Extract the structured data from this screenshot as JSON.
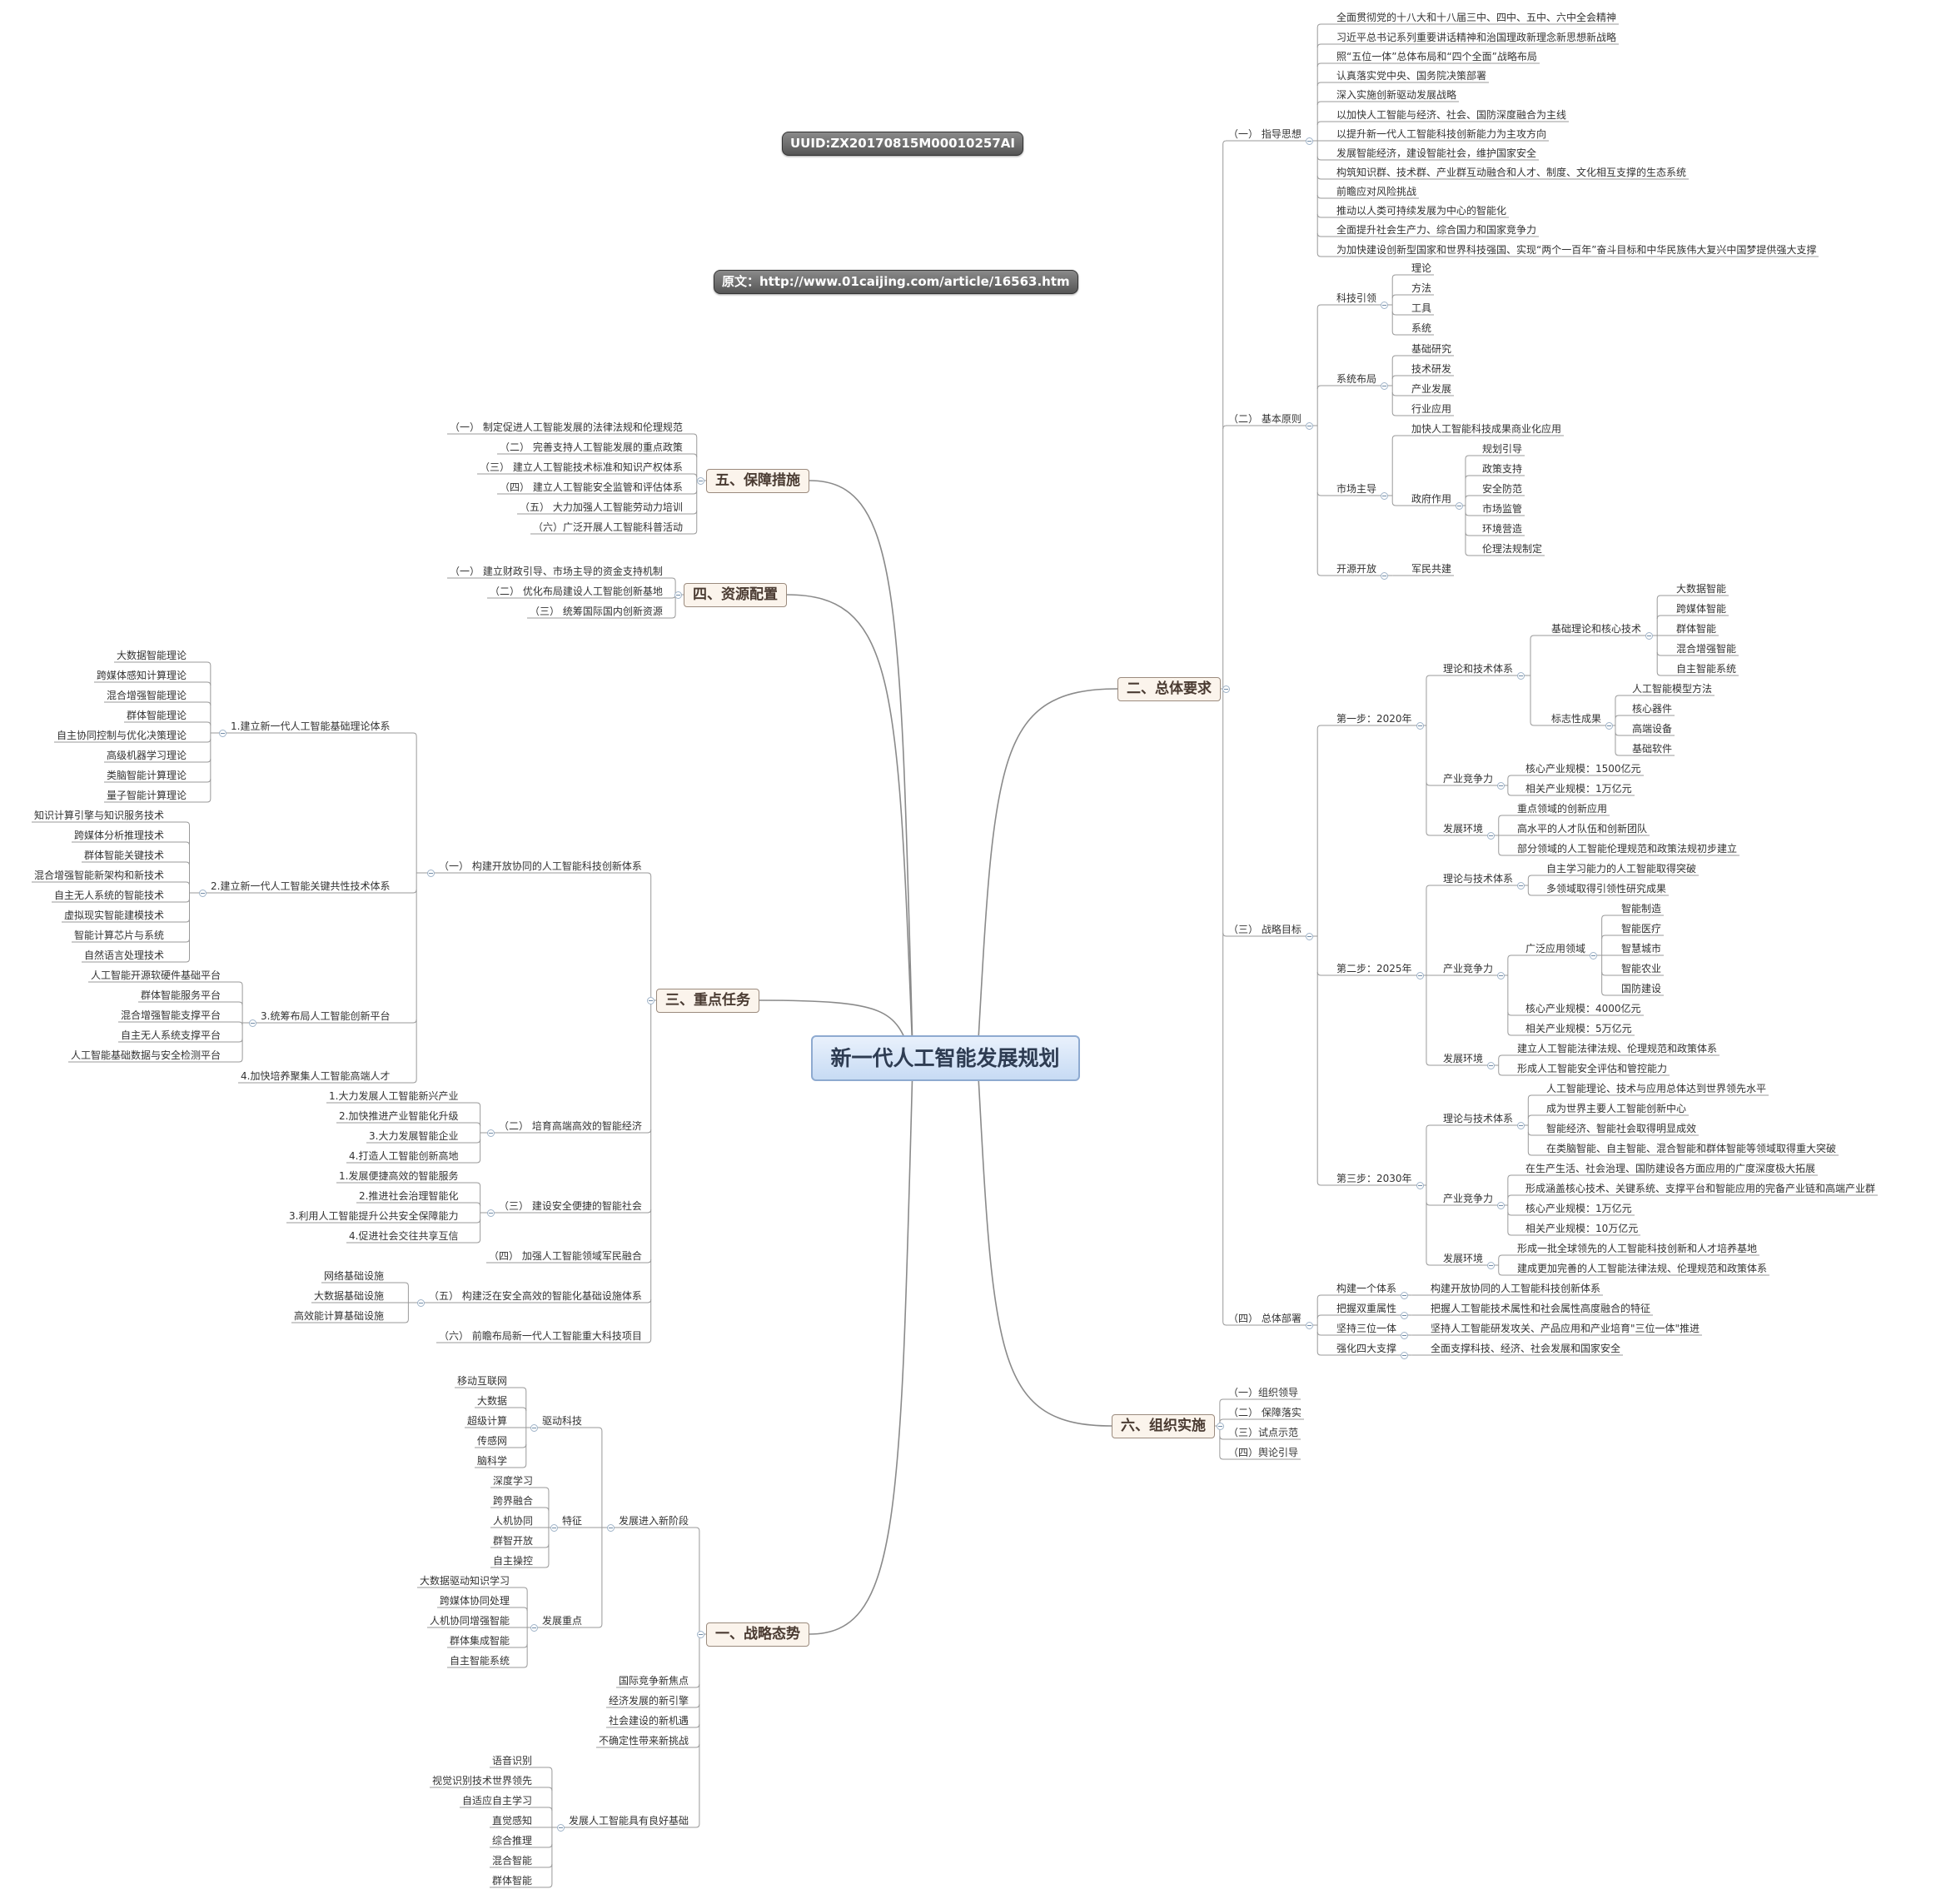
{
  "title": "新一代人工智能发展规划",
  "uuid_tag": "UUID:ZX20170815M00010257AI",
  "source_tag": "原文：http://www.01caijing.com/article/16563.htm",
  "colors": {
    "edge": "#8a8a8a",
    "root_border": "#8eaad0",
    "topic_fill": "#fbf4ec",
    "tag_fill": "#666666"
  },
  "nodes": [
    {
      "t": "新一代人工智能发展规划"
    },
    {
      "t": "二、总体要求"
    },
    {
      "t": "（一） 指导思想"
    },
    {
      "t": "全面贯彻党的十八大和十八届三中、四中、五中、六中全会精神"
    },
    {
      "t": "习近平总书记系列重要讲话精神和治国理政新理念新思想新战略"
    },
    {
      "t": "照“五位一体”总体布局和“四个全面”战略布局"
    },
    {
      "t": "认真落实党中央、国务院决策部署"
    },
    {
      "t": "深入实施创新驱动发展战略"
    },
    {
      "t": "以加快人工智能与经济、社会、国防深度融合为主线"
    },
    {
      "t": "以提升新一代人工智能科技创新能力为主攻方向"
    },
    {
      "t": "发展智能经济，建设智能社会，维护国家安全"
    },
    {
      "t": "构筑知识群、技术群、产业群互动融合和人才、制度、文化相互支撑的生态系统"
    },
    {
      "t": "前瞻应对风险挑战"
    },
    {
      "t": "推动以人类可持续发展为中心的智能化"
    },
    {
      "t": "全面提升社会生产力、综合国力和国家竞争力"
    },
    {
      "t": "为加快建设创新型国家和世界科技强国、实现“两个一百年”奋斗目标和中华民族伟大复兴中国梦提供强大支撑"
    },
    {
      "t": "（二） 基本原则"
    },
    {
      "t": "科技引领"
    },
    {
      "t": "理论"
    },
    {
      "t": "方法"
    },
    {
      "t": "工具"
    },
    {
      "t": "系统"
    },
    {
      "t": "系统布局"
    },
    {
      "t": "基础研究"
    },
    {
      "t": "技术研发"
    },
    {
      "t": "产业发展"
    },
    {
      "t": "行业应用"
    },
    {
      "t": "市场主导"
    },
    {
      "t": "加快人工智能科技成果商业化应用"
    },
    {
      "t": "政府作用"
    },
    {
      "t": "规划引导"
    },
    {
      "t": "政策支持"
    },
    {
      "t": "安全防范"
    },
    {
      "t": "市场监管"
    },
    {
      "t": "环境营造"
    },
    {
      "t": "伦理法规制定"
    },
    {
      "t": "开源开放"
    },
    {
      "t": "军民共建"
    },
    {
      "t": "（三） 战略目标"
    },
    {
      "t": "第一步：2020年"
    },
    {
      "t": "理论和技术体系"
    },
    {
      "t": "基础理论和核心技术"
    },
    {
      "t": "大数据智能"
    },
    {
      "t": "跨媒体智能"
    },
    {
      "t": "群体智能"
    },
    {
      "t": "混合增强智能"
    },
    {
      "t": "自主智能系统"
    },
    {
      "t": "标志性成果"
    },
    {
      "t": "人工智能模型方法"
    },
    {
      "t": "核心器件"
    },
    {
      "t": "高端设备"
    },
    {
      "t": "基础软件"
    },
    {
      "t": "产业竞争力"
    },
    {
      "t": "核心产业规模：1500亿元"
    },
    {
      "t": "相关产业规模：1万亿元"
    },
    {
      "t": "发展环境"
    },
    {
      "t": "重点领域的创新应用"
    },
    {
      "t": "高水平的人才队伍和创新团队"
    },
    {
      "t": "部分领域的人工智能伦理规范和政策法规初步建立"
    },
    {
      "t": "第二步：2025年"
    },
    {
      "t": "理论与技术体系"
    },
    {
      "t": "自主学习能力的人工智能取得突破"
    },
    {
      "t": "多领域取得引领性研究成果"
    },
    {
      "t": "产业竞争力"
    },
    {
      "t": "广泛应用领域"
    },
    {
      "t": "智能制造"
    },
    {
      "t": "智能医疗"
    },
    {
      "t": "智慧城市"
    },
    {
      "t": "智能农业"
    },
    {
      "t": "国防建设"
    },
    {
      "t": "核心产业规模：4000亿元"
    },
    {
      "t": "相关产业规模：5万亿元"
    },
    {
      "t": "发展环境"
    },
    {
      "t": "建立人工智能法律法规、伦理规范和政策体系"
    },
    {
      "t": "形成人工智能安全评估和管控能力"
    },
    {
      "t": "第三步：2030年"
    },
    {
      "t": "理论与技术体系"
    },
    {
      "t": "人工智能理论、技术与应用总体达到世界领先水平"
    },
    {
      "t": "成为世界主要人工智能创新中心"
    },
    {
      "t": "智能经济、智能社会取得明显成效"
    },
    {
      "t": "在类脑智能、自主智能、混合智能和群体智能等领域取得重大突破"
    },
    {
      "t": "产业竞争力"
    },
    {
      "t": "在生产生活、社会治理、国防建设各方面应用的广度深度极大拓展"
    },
    {
      "t": "形成涵盖核心技术、关键系统、支撑平台和智能应用的完备产业链和高端产业群"
    },
    {
      "t": "核心产业规模：1万亿元"
    },
    {
      "t": "相关产业规模：10万亿元"
    },
    {
      "t": "发展环境"
    },
    {
      "t": "形成一批全球领先的人工智能科技创新和人才培养基地"
    },
    {
      "t": "建成更加完善的人工智能法律法规、伦理规范和政策体系"
    },
    {
      "t": "（四） 总体部署"
    },
    {
      "t": "构建一个体系"
    },
    {
      "t": "构建开放协同的人工智能科技创新体系"
    },
    {
      "t": "把握双重属性"
    },
    {
      "t": "把握人工智能技术属性和社会属性高度融合的特征"
    },
    {
      "t": "坚持三位一体"
    },
    {
      "t": "坚持人工智能研发攻关、产品应用和产业培育\"三位一体\"推进"
    },
    {
      "t": "强化四大支撑"
    },
    {
      "t": "全面支撑科技、经济、社会发展和国家安全"
    },
    {
      "t": "六、组织实施"
    },
    {
      "t": "（一）组织领导"
    },
    {
      "t": "（二） 保障落实"
    },
    {
      "t": "（三）试点示范"
    },
    {
      "t": "（四）舆论引导"
    },
    {
      "t": "五、保障措施"
    },
    {
      "t": "（一） 制定促进人工智能发展的法律法规和伦理规范"
    },
    {
      "t": "（二） 完善支持人工智能发展的重点政策"
    },
    {
      "t": "（三） 建立人工智能技术标准和知识产权体系"
    },
    {
      "t": "（四） 建立人工智能安全监管和评估体系"
    },
    {
      "t": "（五） 大力加强人工智能劳动力培训"
    },
    {
      "t": "（六）广泛开展人工智能科普活动"
    },
    {
      "t": "四、资源配置"
    },
    {
      "t": "（一） 建立财政引导、市场主导的资金支持机制"
    },
    {
      "t": "（二） 优化布局建设人工智能创新基地"
    },
    {
      "t": "（三） 统筹国际国内创新资源"
    },
    {
      "t": "三、重点任务"
    },
    {
      "t": "（一） 构建开放协同的人工智能科技创新体系"
    },
    {
      "t": "1.建立新一代人工智能基础理论体系"
    },
    {
      "t": "大数据智能理论"
    },
    {
      "t": "跨媒体感知计算理论"
    },
    {
      "t": "混合增强智能理论"
    },
    {
      "t": "群体智能理论"
    },
    {
      "t": "自主协同控制与优化决策理论"
    },
    {
      "t": "高级机器学习理论"
    },
    {
      "t": "类脑智能计算理论"
    },
    {
      "t": "量子智能计算理论"
    },
    {
      "t": "2.建立新一代人工智能关键共性技术体系"
    },
    {
      "t": "知识计算引擎与知识服务技术"
    },
    {
      "t": "跨媒体分析推理技术"
    },
    {
      "t": "群体智能关键技术"
    },
    {
      "t": "混合增强智能新架构和新技术"
    },
    {
      "t": "自主无人系统的智能技术"
    },
    {
      "t": "虚拟现实智能建模技术"
    },
    {
      "t": "智能计算芯片与系统"
    },
    {
      "t": "自然语言处理技术"
    },
    {
      "t": "3.统筹布局人工智能创新平台"
    },
    {
      "t": "人工智能开源软硬件基础平台"
    },
    {
      "t": "群体智能服务平台"
    },
    {
      "t": "混合增强智能支撑平台"
    },
    {
      "t": "自主无人系统支撑平台"
    },
    {
      "t": "人工智能基础数据与安全检测平台"
    },
    {
      "t": "4.加快培养聚集人工智能高端人才"
    },
    {
      "t": "（二） 培育高端高效的智能经济"
    },
    {
      "t": "1.大力发展人工智能新兴产业"
    },
    {
      "t": "2.加快推进产业智能化升级"
    },
    {
      "t": "3.大力发展智能企业"
    },
    {
      "t": "4.打造人工智能创新高地"
    },
    {
      "t": "（三） 建设安全便捷的智能社会"
    },
    {
      "t": "1.发展便捷高效的智能服务"
    },
    {
      "t": "2.推进社会治理智能化"
    },
    {
      "t": "3.利用人工智能提升公共安全保障能力"
    },
    {
      "t": "4.促进社会交往共享互信"
    },
    {
      "t": "（四） 加强人工智能领域军民融合"
    },
    {
      "t": "（五） 构建泛在安全高效的智能化基础设施体系"
    },
    {
      "t": "网络基础设施"
    },
    {
      "t": "大数据基础设施"
    },
    {
      "t": "高效能计算基础设施"
    },
    {
      "t": "（六） 前瞻布局新一代人工智能重大科技项目"
    },
    {
      "t": "一、战略态势"
    },
    {
      "t": "发展进入新阶段"
    },
    {
      "t": "驱动科技"
    },
    {
      "t": "移动互联网"
    },
    {
      "t": "大数据"
    },
    {
      "t": "超级计算"
    },
    {
      "t": "传感网"
    },
    {
      "t": "脑科学"
    },
    {
      "t": "特征"
    },
    {
      "t": "深度学习"
    },
    {
      "t": "跨界融合"
    },
    {
      "t": "人机协同"
    },
    {
      "t": "群智开放"
    },
    {
      "t": "自主操控"
    },
    {
      "t": "发展重点"
    },
    {
      "t": "大数据驱动知识学习"
    },
    {
      "t": "跨媒体协同处理"
    },
    {
      "t": "人机协同增强智能"
    },
    {
      "t": "群体集成智能"
    },
    {
      "t": "自主智能系统"
    },
    {
      "t": "国际竞争新焦点"
    },
    {
      "t": "经济发展的新引擎"
    },
    {
      "t": "社会建设的新机遇"
    },
    {
      "t": "不确定性带来新挑战"
    },
    {
      "t": "发展人工智能具有良好基础"
    },
    {
      "t": "语音识别"
    },
    {
      "t": "视觉识别技术世界领先"
    },
    {
      "t": "自适应自主学习"
    },
    {
      "t": "直觉感知"
    },
    {
      "t": "综合推理"
    },
    {
      "t": "混合智能"
    },
    {
      "t": "群体智能"
    }
  ]
}
